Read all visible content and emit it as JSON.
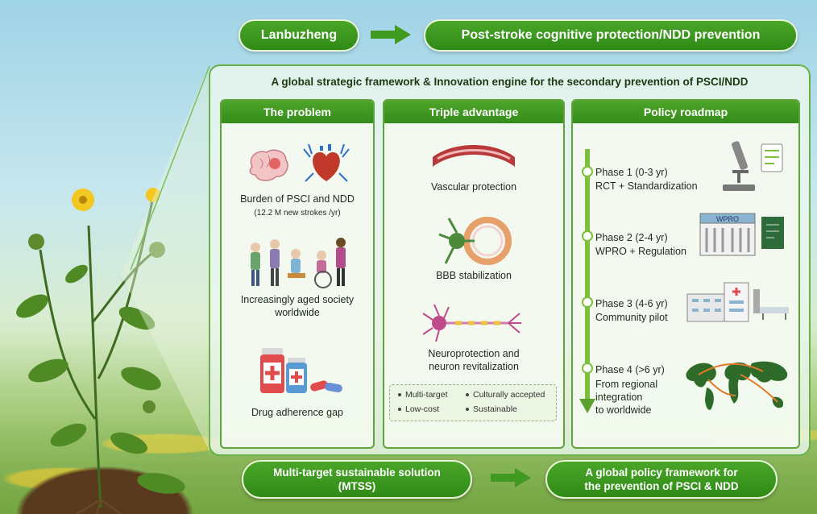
{
  "header": {
    "source": "Lanbuzheng",
    "target": "Post-stroke cognitive protection/NDD prevention"
  },
  "panel": {
    "title": "A global strategic framework & Innovation engine for the secondary prevention of PSCI/NDD"
  },
  "problem": {
    "heading": "The problem",
    "items": [
      {
        "label": "Burden of PSCI and NDD",
        "sub": "(12.2 M new strokes /yr)",
        "icons": [
          "brain-icon",
          "heart-icon"
        ]
      },
      {
        "label_line1": "Increasingly aged society",
        "label_line2": "worldwide",
        "icons": [
          "elderly-people-icon"
        ]
      },
      {
        "label": "Drug adherence gap",
        "icons": [
          "pill-bottles-icon"
        ]
      }
    ]
  },
  "advantage": {
    "heading": "Triple advantage",
    "items": [
      {
        "label": "Vascular protection",
        "icon": "blood-vessel-icon"
      },
      {
        "label": "BBB stabilization",
        "icon": "bbb-cell-icon"
      },
      {
        "label_line1": "Neuroprotection and",
        "label_line2": "neuron revitalization",
        "icon": "neuron-icon"
      }
    ],
    "tags": [
      "Multi-target",
      "Culturally accepted",
      "Low-cost",
      "Sustainable"
    ]
  },
  "roadmap": {
    "heading": "Policy roadmap",
    "phases": [
      {
        "title": "Phase 1 (0-3 yr)",
        "desc": "RCT + Standardization",
        "icon": "microscope-icon"
      },
      {
        "title": "Phase 2 (2-4 yr)",
        "desc": "WPRO + Regulation",
        "icon": "wpro-building-icon",
        "sign": "WPRO"
      },
      {
        "title": "Phase 3 (4-6 yr)",
        "desc": "Community pilot",
        "icon": "hospital-icon"
      },
      {
        "title": "Phase 4 (>6 yr)",
        "desc_line1": "From regional",
        "desc_line2": "integration",
        "desc_line3": "to worldwide",
        "icon": "world-map-icon"
      }
    ]
  },
  "bottom": {
    "left_line1": "Multi-target sustainable solution",
    "left_line2": "(MTSS)",
    "right_line1": "A global policy framework for",
    "right_line2": "the prevention of PSCI & NDD"
  },
  "colors": {
    "green_dark": "#2f8a17",
    "green": "#4aa628",
    "border": "#6ab04a",
    "red": "#c0392b"
  }
}
